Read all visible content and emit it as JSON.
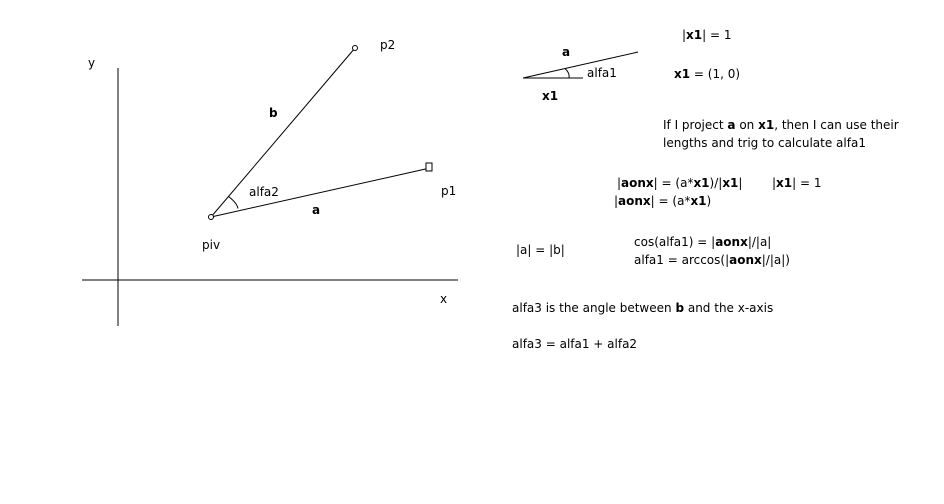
{
  "colors": {
    "ink": "#000000",
    "background": "#ffffff"
  },
  "left_diagram": {
    "y_axis": "y",
    "x_axis": "x",
    "p1": "p1",
    "p2": "p2",
    "piv": "piv",
    "a": "a",
    "b": "b",
    "alfa2": "alfa2"
  },
  "small_diagram": {
    "a": "a",
    "alfa1": "alfa1",
    "x1": "x1"
  },
  "notes": {
    "x1_norm": {
      "pre": "|",
      "bold": "x1",
      "post": "| = 1"
    },
    "x1_def": {
      "bold": "x1",
      "post": " = (1, 0)"
    },
    "project": {
      "p1": "If I project ",
      "a": "a",
      "p2": " on ",
      "x1": "x1",
      "p3": ", then I can use their",
      "line2": "lengths and trig to calculate alfa1"
    },
    "aonx_1": {
      "p1": "|",
      "b1": "aonx",
      "p2": "| = (a*",
      "b2": "x1",
      "p3": ")/|",
      "b3": "x1",
      "p4": "|"
    },
    "x1_norm2": {
      "pre": "|",
      "bold": "x1",
      "post": "| = 1"
    },
    "aonx_2": {
      "p1": "|",
      "b1": "aonx",
      "p2": "| = (a*",
      "b2": "x1",
      "p3": ")"
    },
    "a_eq_b": "|a| = |b|",
    "cos_eq": {
      "p1": "cos(alfa1) = |",
      "b1": "aonx",
      "p2": "|/|a|"
    },
    "arccos_eq": {
      "p1": "alfa1 = arccos(|",
      "b1": "aonx",
      "p2": "|/|a|)"
    },
    "alfa3_desc": {
      "p1": "alfa3 is the angle between ",
      "b1": "b",
      "p2": " and the x-axis"
    },
    "alfa3_eq": "alfa3 = alfa1 + alfa2"
  }
}
